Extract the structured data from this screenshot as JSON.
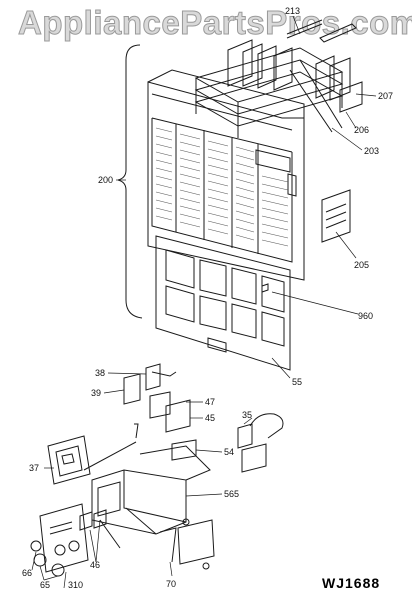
{
  "watermark": "AppliancePartsPros.com",
  "model_code": "WJ1688",
  "callouts": {
    "c213": "213",
    "c207": "207",
    "c206": "206",
    "c203": "203",
    "c200": "200",
    "c205": "205",
    "c960": "960",
    "c55": "55",
    "c38": "38",
    "c39": "39",
    "c47": "47",
    "c45": "45",
    "c35": "35",
    "c54": "54",
    "c37": "37",
    "c565": "565",
    "c46": "46",
    "c66": "66",
    "c65": "65",
    "c310": "310",
    "c70": "70"
  },
  "colors": {
    "line": "#1a1a1a",
    "shade": "#555555",
    "watermark": "#d9d9d9"
  }
}
